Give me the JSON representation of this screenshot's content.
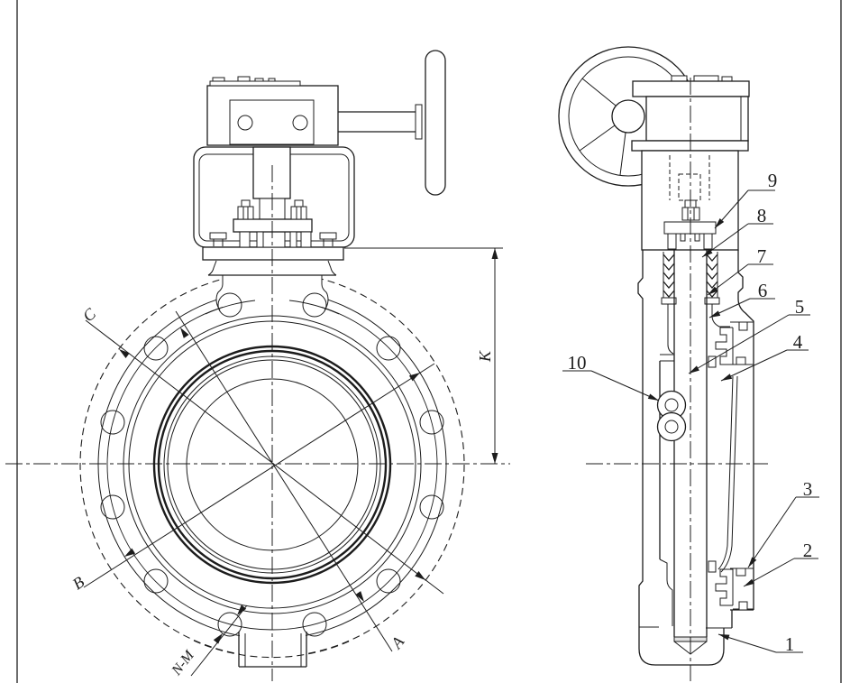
{
  "drawing": {
    "type": "valve engineering drawing, two views",
    "colors": {
      "line": "#1c1c1c",
      "background": "#ffffff"
    },
    "dimension_labels": {
      "c": "C",
      "b": "B",
      "n_m": "N-M",
      "a": "A",
      "k": "K"
    },
    "callouts": {
      "c1": "1",
      "c2": "2",
      "c3": "3",
      "c4": "4",
      "c5": "5",
      "c6": "6",
      "c7": "7",
      "c8": "8",
      "c9": "9",
      "c10": "10"
    }
  }
}
